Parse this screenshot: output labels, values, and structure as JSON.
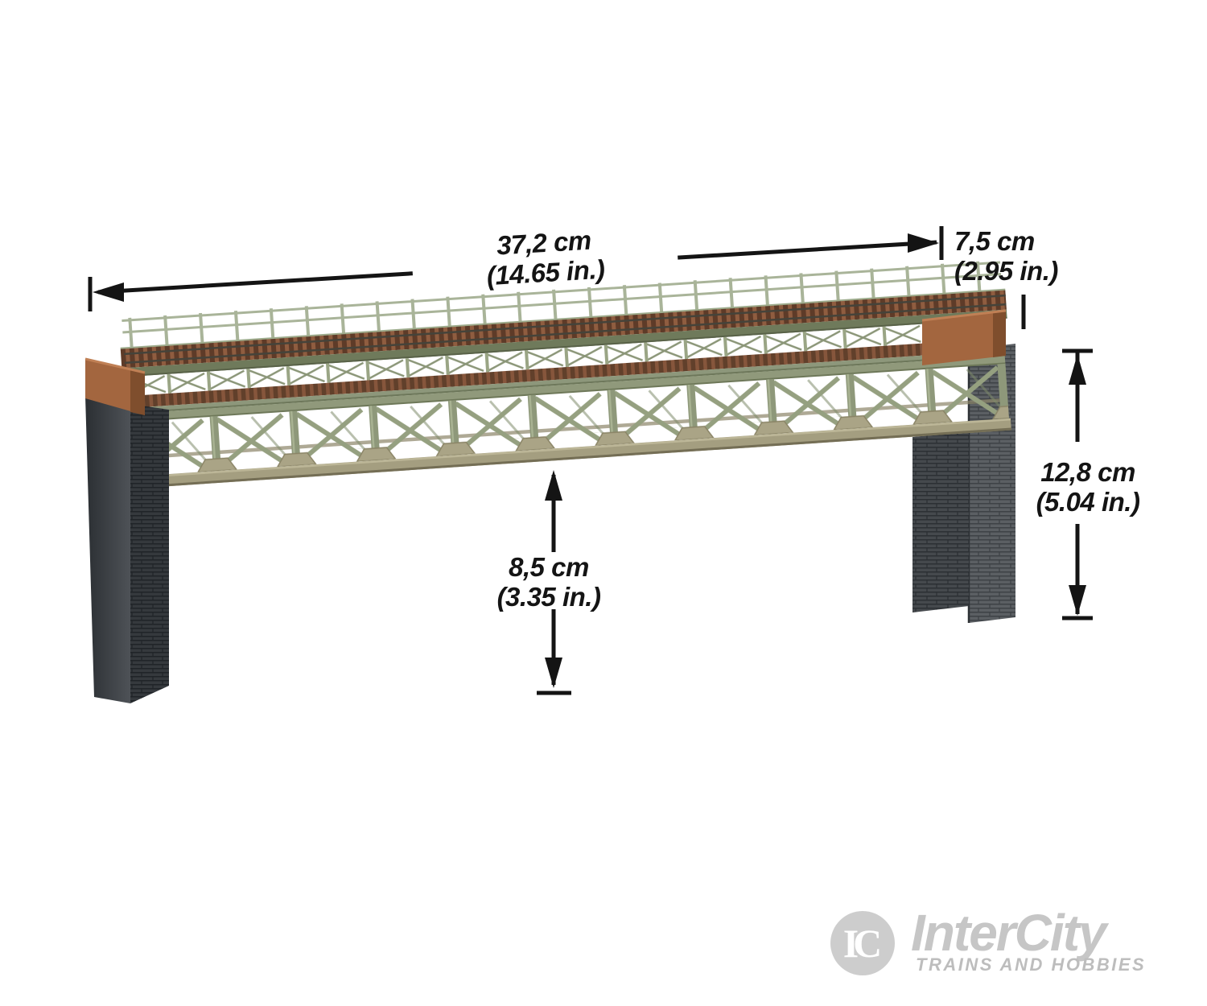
{
  "product": {
    "description": "Steel truss railway bridge model with track deck, railings and two brick abutments, shown with dimension callouts"
  },
  "dimensions": {
    "length": {
      "metric": "37,2 cm",
      "imperial": "(14.65 in.)"
    },
    "width": {
      "metric": "7,5 cm",
      "imperial": "(2.95 in.)"
    },
    "height": {
      "metric": "12,8 cm",
      "imperial": "(5.04 in.)"
    },
    "clearance": {
      "metric": "8,5 cm",
      "imperial": "(3.35 in.)"
    }
  },
  "watermark": {
    "monogram": "IC",
    "brand": "InterCity",
    "tagline": "TRAINS AND HOBBIES"
  },
  "colors": {
    "background": "#ffffff",
    "annotation_black": "#141414",
    "truss_green": "#95a080",
    "deck_wood_brown": "#8f5d40",
    "wood_end_sienna": "#a3663f",
    "abutment_dark": "#35393d",
    "abutment_light": "#5b5f63",
    "bottom_chord_khaki": "#a49e80",
    "watermark_gray": "#c6c6c6"
  }
}
